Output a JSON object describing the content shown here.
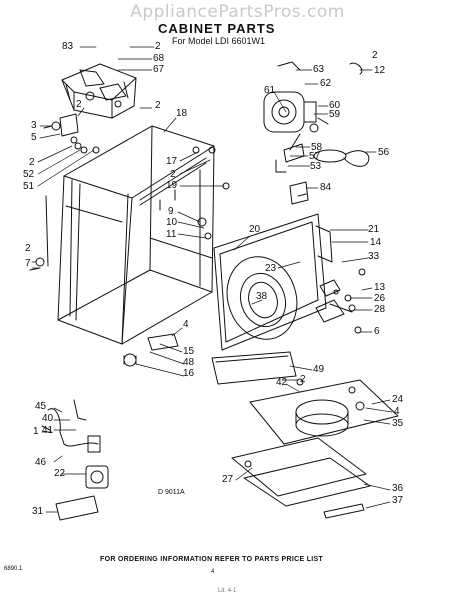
{
  "header": {
    "watermark": "AppliancePartsPros.com",
    "title": "CABINET PARTS",
    "subtitle": "For Model LDI 6601W1"
  },
  "footer": {
    "note": "FOR ORDERING INFORMATION REFER TO PARTS PRICE LIST",
    "drawing_code": "D 9011A",
    "corner_code": "6890.1",
    "page_mark": "4",
    "bottom_mark": "Lit. 4-1"
  },
  "callouts": [
    {
      "id": "c83",
      "label": "83"
    },
    {
      "id": "c2a",
      "label": "2"
    },
    {
      "id": "c68",
      "label": "68"
    },
    {
      "id": "c67",
      "label": "67"
    },
    {
      "id": "c63",
      "label": "63"
    },
    {
      "id": "c2b",
      "label": "2"
    },
    {
      "id": "c12",
      "label": "12"
    },
    {
      "id": "c62",
      "label": "62"
    },
    {
      "id": "c61",
      "label": "61"
    },
    {
      "id": "c60",
      "label": "60"
    },
    {
      "id": "c59",
      "label": "59"
    },
    {
      "id": "c58",
      "label": "58"
    },
    {
      "id": "c57",
      "label": "57"
    },
    {
      "id": "c53",
      "label": "53"
    },
    {
      "id": "c56",
      "label": "56"
    },
    {
      "id": "c84",
      "label": "84"
    },
    {
      "id": "c2c",
      "label": "2"
    },
    {
      "id": "c18",
      "label": "18"
    },
    {
      "id": "c3",
      "label": "3"
    },
    {
      "id": "c5",
      "label": "5"
    },
    {
      "id": "c2d",
      "label": "2"
    },
    {
      "id": "c2e",
      "label": "2"
    },
    {
      "id": "c52",
      "label": "52"
    },
    {
      "id": "c51",
      "label": "51"
    },
    {
      "id": "c17",
      "label": "17"
    },
    {
      "id": "c2f",
      "label": "2"
    },
    {
      "id": "c19",
      "label": "19"
    },
    {
      "id": "c9",
      "label": "9"
    },
    {
      "id": "c10",
      "label": "10"
    },
    {
      "id": "c11",
      "label": "11"
    },
    {
      "id": "c20",
      "label": "20"
    },
    {
      "id": "c21",
      "label": "21"
    },
    {
      "id": "c14",
      "label": "14"
    },
    {
      "id": "c33",
      "label": "33"
    },
    {
      "id": "c2g",
      "label": "2"
    },
    {
      "id": "c7",
      "label": "7"
    },
    {
      "id": "c23",
      "label": "23"
    },
    {
      "id": "c38",
      "label": "38"
    },
    {
      "id": "c13",
      "label": "13"
    },
    {
      "id": "c26",
      "label": "26"
    },
    {
      "id": "c28",
      "label": "28"
    },
    {
      "id": "c6",
      "label": "6"
    },
    {
      "id": "c4a",
      "label": "4"
    },
    {
      "id": "c15",
      "label": "15"
    },
    {
      "id": "c48",
      "label": "48"
    },
    {
      "id": "c16",
      "label": "16"
    },
    {
      "id": "c49",
      "label": "49"
    },
    {
      "id": "c2h",
      "label": "2"
    },
    {
      "id": "c45",
      "label": "45"
    },
    {
      "id": "c40",
      "label": "40"
    },
    {
      "id": "c41",
      "label": "41"
    },
    {
      "id": "c1",
      "label": "1"
    },
    {
      "id": "c46",
      "label": "46"
    },
    {
      "id": "c22",
      "label": "22"
    },
    {
      "id": "c31",
      "label": "31"
    },
    {
      "id": "c42",
      "label": "42"
    },
    {
      "id": "c24",
      "label": "24"
    },
    {
      "id": "c4b",
      "label": "4"
    },
    {
      "id": "c35",
      "label": "35"
    },
    {
      "id": "c27",
      "label": "27"
    },
    {
      "id": "c36",
      "label": "36"
    },
    {
      "id": "c37",
      "label": "37"
    }
  ]
}
